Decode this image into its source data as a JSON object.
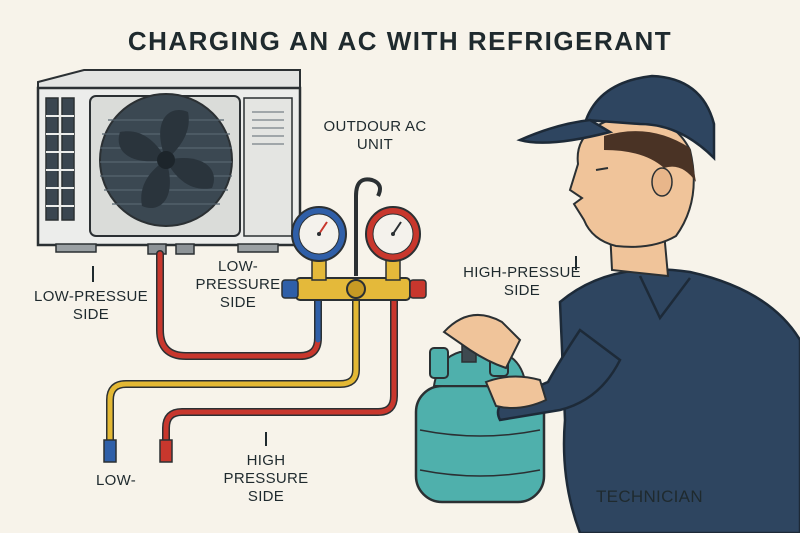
{
  "title": "CHARGING AN AC WITH REFRIGERANT",
  "labels": {
    "outdoor_unit": "OUTDOUR AC\nUNIT",
    "low_pressure_left": "LOW-PRESSUE\nSIDE",
    "low_pressure_center": "LOW-\nPRESSURE\nSIDE",
    "high_pressure_right": "HIGH-PRESSUE\nSIDE",
    "low_bottom": "LOW-",
    "high_pressure_bottom": "HIGH\nPRESSURE\nSIDE",
    "technician": "TECHNICIAN"
  },
  "colors": {
    "low_side": "#2f5fa8",
    "high_side": "#c8372d",
    "charging_hose": "#e3b834",
    "cylinder": "#4fb0ac",
    "shirt": "#2e4560",
    "skin": "#f0c49a",
    "background": "#f7f3ea"
  },
  "icons": {
    "ac_unit": "outdoor-ac-unit-icon",
    "manifold": "manifold-gauge-icon",
    "cylinder": "refrigerant-cylinder-icon",
    "person": "technician-icon"
  }
}
